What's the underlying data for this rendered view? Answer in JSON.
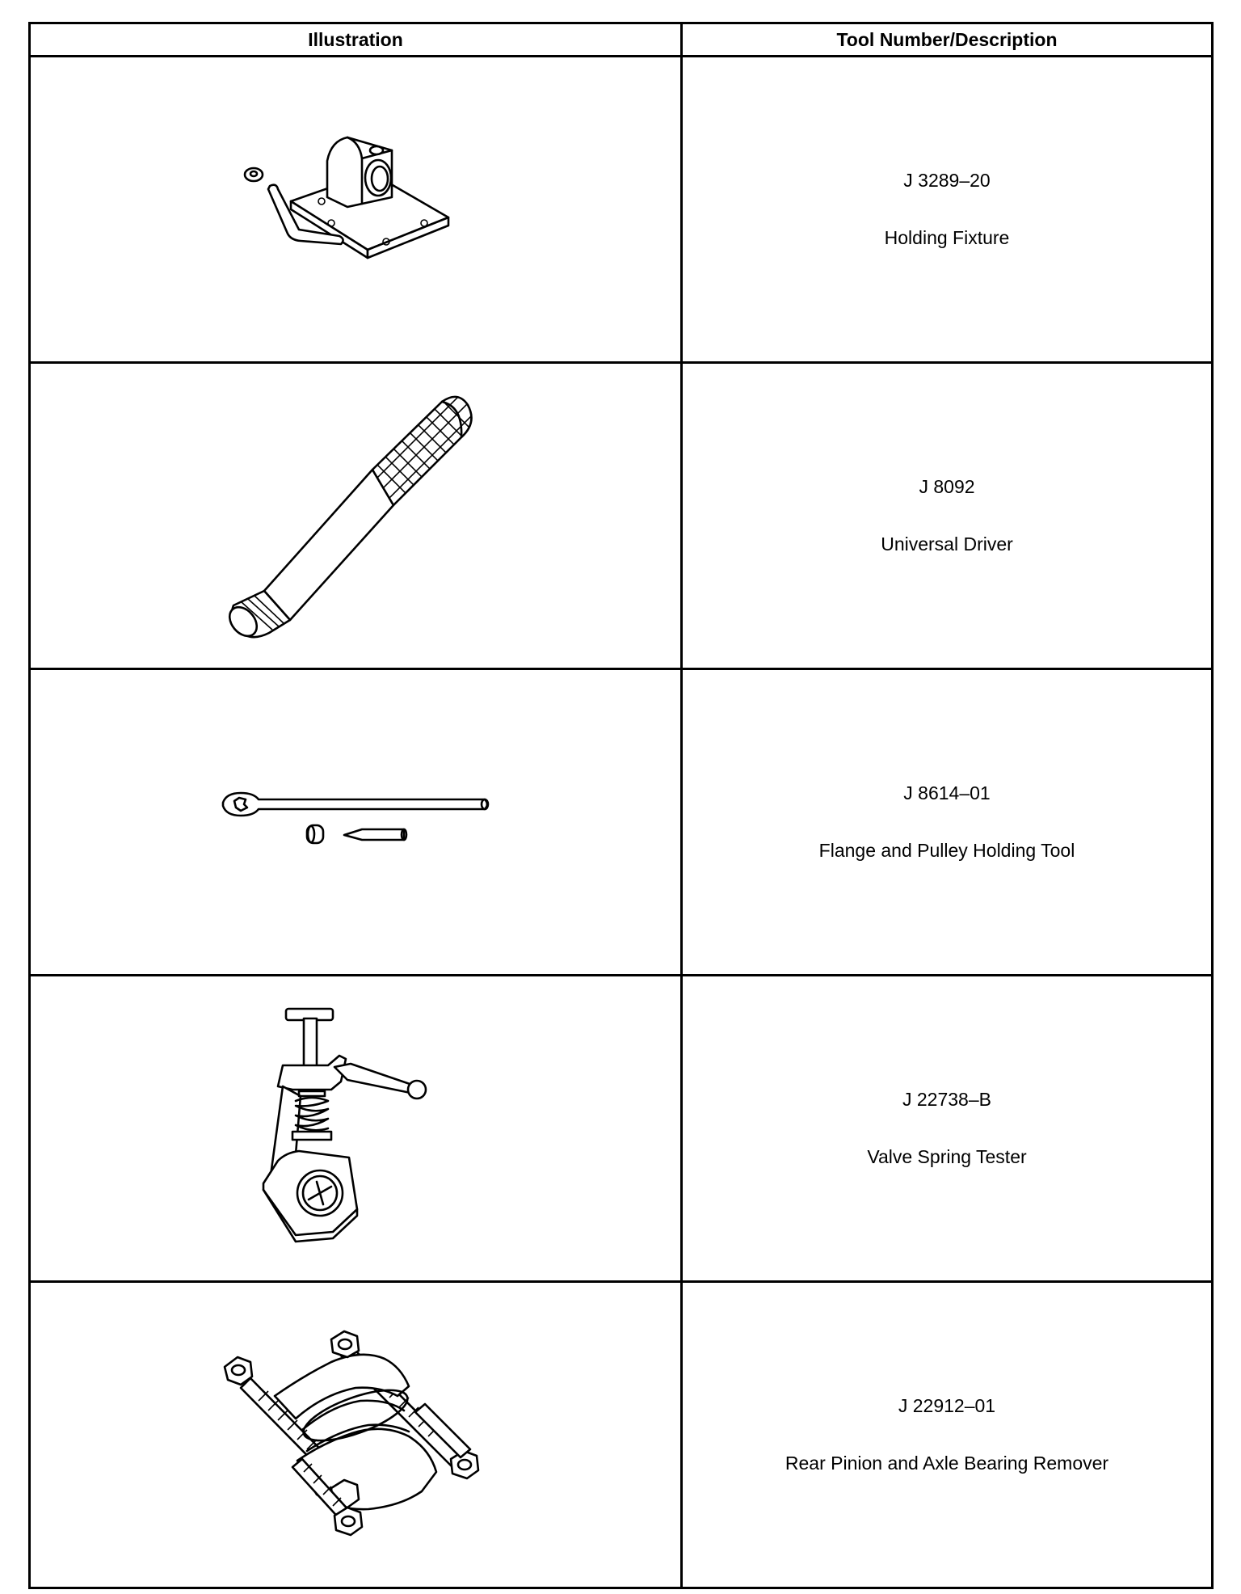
{
  "table": {
    "headers": {
      "illustration": "Illustration",
      "tool": "Tool Number/Description"
    },
    "rows": [
      {
        "icon": "holding-fixture-icon",
        "number": "J 3289–20",
        "description": "Holding Fixture"
      },
      {
        "icon": "universal-driver-icon",
        "number": "J 8092",
        "description": "Universal Driver"
      },
      {
        "icon": "flange-pulley-holding-tool-icon",
        "number": "J 8614–01",
        "description": "Flange and Pulley Holding Tool"
      },
      {
        "icon": "valve-spring-tester-icon",
        "number": "J 22738–B",
        "description": "Valve Spring Tester"
      },
      {
        "icon": "bearing-remover-icon",
        "number": "J 22912–01",
        "description": "Rear Pinion and Axle Bearing Remover"
      }
    ]
  }
}
